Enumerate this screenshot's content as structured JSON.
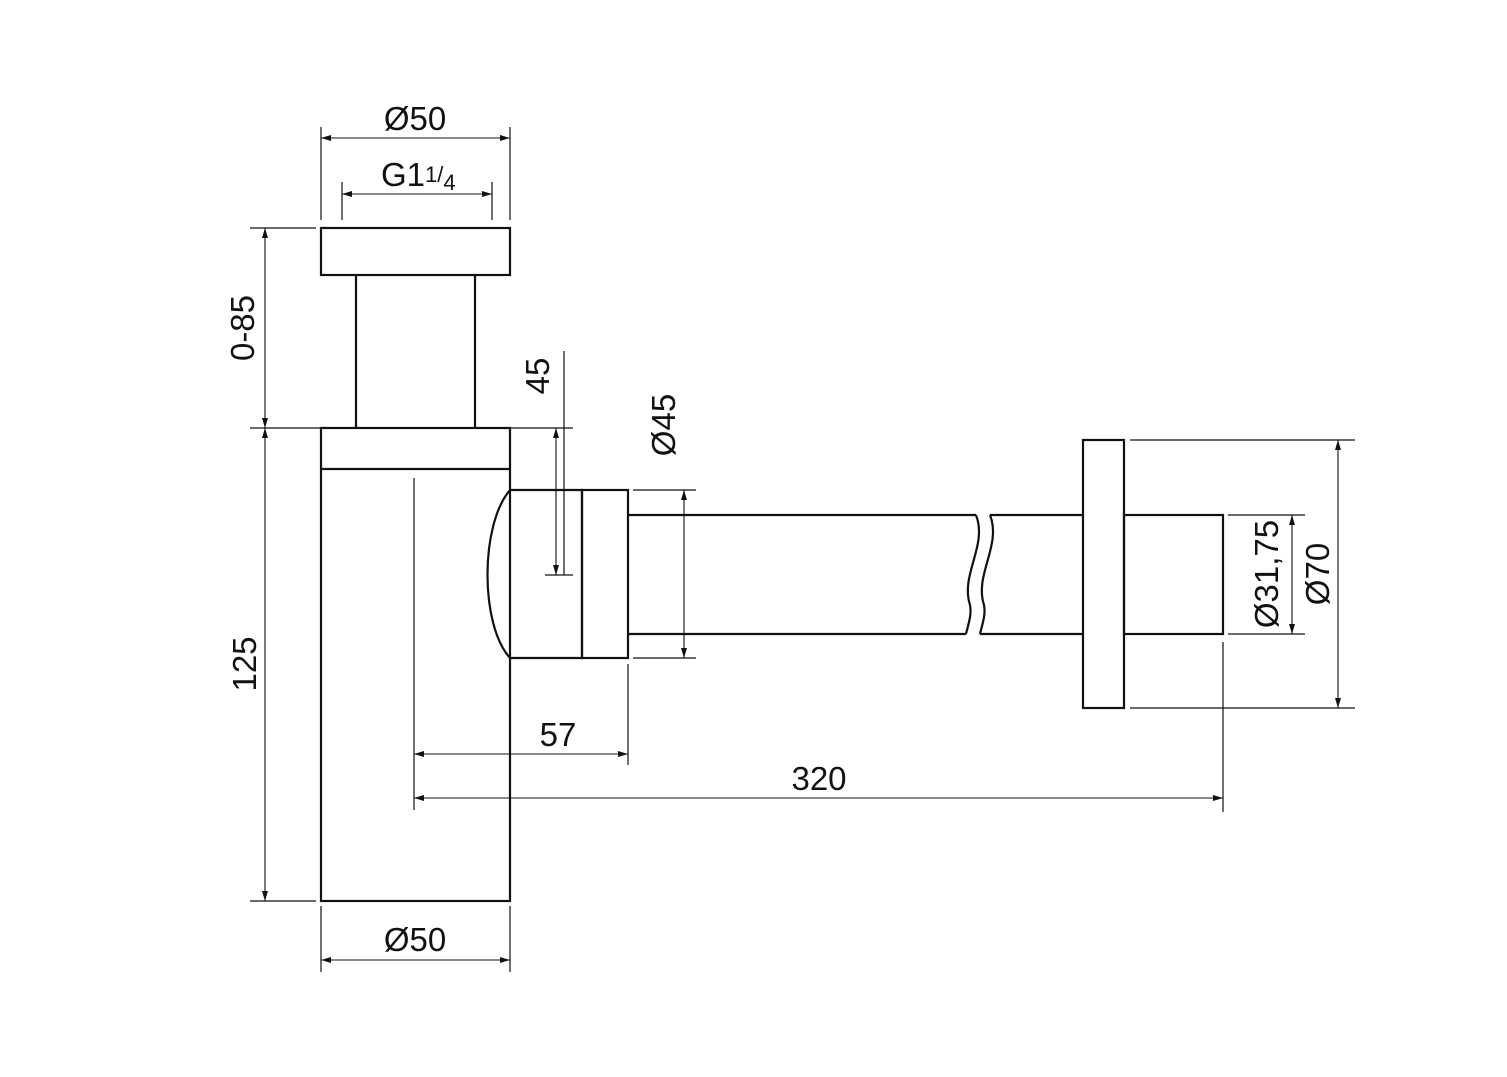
{
  "dimensions": {
    "top_diameter": "Ø50",
    "thread_main": "G1",
    "thread_frac_num": "1",
    "thread_frac_den": "4",
    "height_adjust": "0-85",
    "body_height": "125",
    "outlet_drop": "45",
    "outlet_diameter": "Ø45",
    "outlet_offset": "57",
    "total_length": "320",
    "pipe_diameter": "Ø31,75",
    "flange_diameter": "Ø70",
    "bottom_diameter": "Ø50"
  },
  "colors": {
    "line": "#111111",
    "background": "#ffffff"
  }
}
